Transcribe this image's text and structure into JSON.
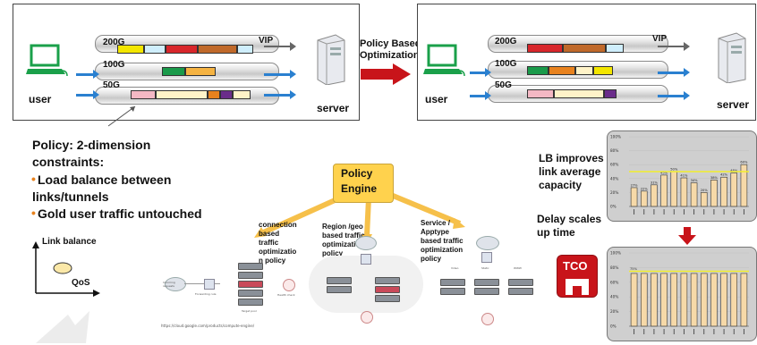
{
  "left_panel": {
    "labels": {
      "user": "user",
      "server": "server",
      "vip": "VIP"
    },
    "tunnels": [
      {
        "label": "200G",
        "segments": [
          "#f3e600",
          "#cfeefc",
          "#d8262b",
          "#c0692a",
          "#cfeefc"
        ]
      },
      {
        "label": "100G",
        "segments": [
          "#1a9a4a",
          "#f5b342"
        ]
      },
      {
        "label": "50G",
        "segments": [
          "#f4b8c4",
          "#fff3c8",
          "#e8821e",
          "#6a2c8a",
          "#fff3c8"
        ]
      }
    ]
  },
  "arrow": {
    "label_line1": "Policy Based",
    "label_line2": "Optimization",
    "color": "#c8141a"
  },
  "right_panel": {
    "labels": {
      "user": "user",
      "server": "server",
      "vip": "VIP"
    },
    "tunnels": [
      {
        "label": "200G",
        "segments": [
          "#d8262b",
          "#c0692a",
          "#cfeefc"
        ]
      },
      {
        "label": "100G",
        "segments": [
          "#1a9a4a",
          "#e8821e",
          "#fff3c8",
          "#f3e600"
        ]
      },
      {
        "label": "50G",
        "segments": [
          "#f4b8c4",
          "#fff3c8",
          "#6a2c8a"
        ]
      }
    ]
  },
  "policy": {
    "line1": "Policy: 2-dimension",
    "line2": "constraints:",
    "item1_line1": "Load balance between",
    "item1_line2": "links/tunnels",
    "item2": "Gold user traffic untouched",
    "bullet": "•",
    "bullet_color": "#e8821e"
  },
  "axes": {
    "y_label": "Link balance",
    "x_label": "QoS"
  },
  "engine": {
    "line1": "Policy",
    "line2": "Engine",
    "color": "#ffd24d"
  },
  "branches": {
    "b1": [
      "connection",
      "based",
      "traffic",
      "optimizatio",
      "n policy"
    ],
    "b2": [
      "Region /geo",
      "based traffic",
      "optimization",
      "policy"
    ],
    "b3": [
      "Service /",
      "Apptype",
      "based traffic",
      "optimization",
      "policy"
    ]
  },
  "mini_diagram": {
    "url": "https://cloud.google.com/products/compute-engine/",
    "incoming": "Incoming requests",
    "forwarding": "Forwarding rule",
    "target_pool": "Target pool",
    "health": "Health check",
    "video": "Video",
    "static": "Static",
    "www": "WWW"
  },
  "right_text": {
    "lb_line1": "LB improves",
    "lb_line2": "link average",
    "lb_line3": "capacity",
    "delay_line1": "Delay scales",
    "delay_line2": "up time",
    "tco": "TCO",
    "tco_color": "#c8141a"
  },
  "chart_data": [
    {
      "type": "bar",
      "title": "",
      "ylim": [
        0,
        100
      ],
      "yticks": [
        "100%",
        "80%",
        "60%",
        "40%",
        "20%",
        "0%"
      ],
      "threshold": 50,
      "threshold_color": "#f2ee2a",
      "values": [
        27,
        22,
        31,
        45,
        50,
        41,
        34,
        20,
        38,
        42,
        48,
        60
      ],
      "data_labels": [
        "27%",
        "22%",
        "31%",
        "45%",
        "50%",
        "41%",
        "34%",
        "20%",
        "38%",
        "42%",
        "48%",
        "60%"
      ]
    },
    {
      "type": "bar",
      "title": "",
      "ylim": [
        0,
        100
      ],
      "yticks": [
        "100%",
        "80%",
        "60%",
        "40%",
        "20%",
        "0%"
      ],
      "threshold": 75,
      "threshold_color": "#f2ee2a",
      "threshold_label": "75%",
      "values": [
        72,
        72,
        72,
        72,
        72,
        72,
        72,
        72,
        72,
        72,
        72,
        72
      ]
    }
  ]
}
